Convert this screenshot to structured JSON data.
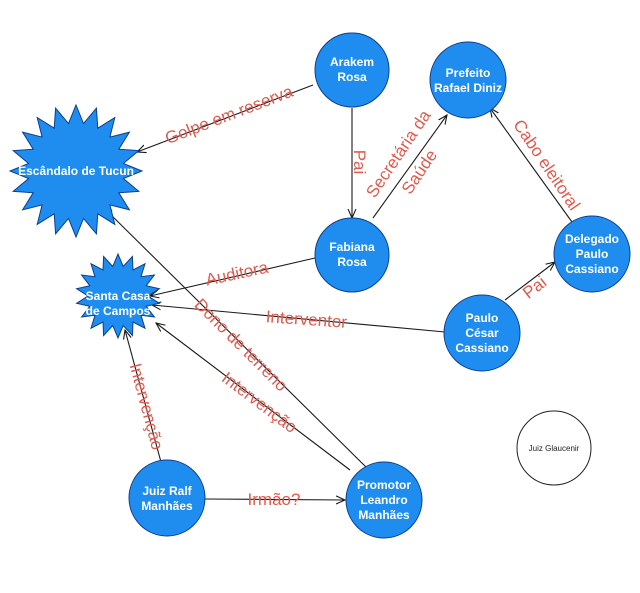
{
  "colors": {
    "node_fill": "#1f8df0",
    "node_stroke": "#0b3f8a",
    "edge": "#1a1a1a",
    "edge_label": "#e05a4e",
    "empty_node_fill": "#ffffff"
  },
  "nodes": {
    "arakem": {
      "lines": [
        "Arakem",
        "Rosa"
      ]
    },
    "prefeito": {
      "lines": [
        "Prefeito",
        "Rafael Diniz"
      ]
    },
    "escandalo": {
      "lines": [
        "Escândalo de Tucun"
      ]
    },
    "fabiana": {
      "lines": [
        "Fabiana",
        "Rosa"
      ]
    },
    "delegado": {
      "lines": [
        "Delegado",
        "Paulo",
        "Cassiano"
      ]
    },
    "santa_casa": {
      "lines": [
        "Santa Casa",
        "de Campos"
      ]
    },
    "paulo_cesar": {
      "lines": [
        "Paulo",
        "César",
        "Cassiano"
      ]
    },
    "juiz_glaucenir": {
      "lines": [
        "Juiz Glaucenir"
      ]
    },
    "juiz_ralf": {
      "lines": [
        "Juiz Ralf",
        "Manhães"
      ]
    },
    "promotor": {
      "lines": [
        "Promotor",
        "Leandro",
        "Manhães"
      ]
    }
  },
  "edges": {
    "golpe": {
      "label": "Golpe em reserva"
    },
    "pai_arakem": {
      "label": "Pai"
    },
    "secretaria": {
      "lines": [
        "Secretária da",
        "Saúde"
      ]
    },
    "cabo": {
      "label": "Cabo eleitoral"
    },
    "auditora": {
      "label": "Auditora"
    },
    "pai_paulo": {
      "label": "Pai"
    },
    "interventor": {
      "label": "Interventor"
    },
    "dono": {
      "label": "Dono de terreno"
    },
    "intervencao_promotor": {
      "label": "Intervenção"
    },
    "intervencao_ralf": {
      "label": "Intervenção"
    },
    "irmao": {
      "label": "Irmão?"
    }
  }
}
